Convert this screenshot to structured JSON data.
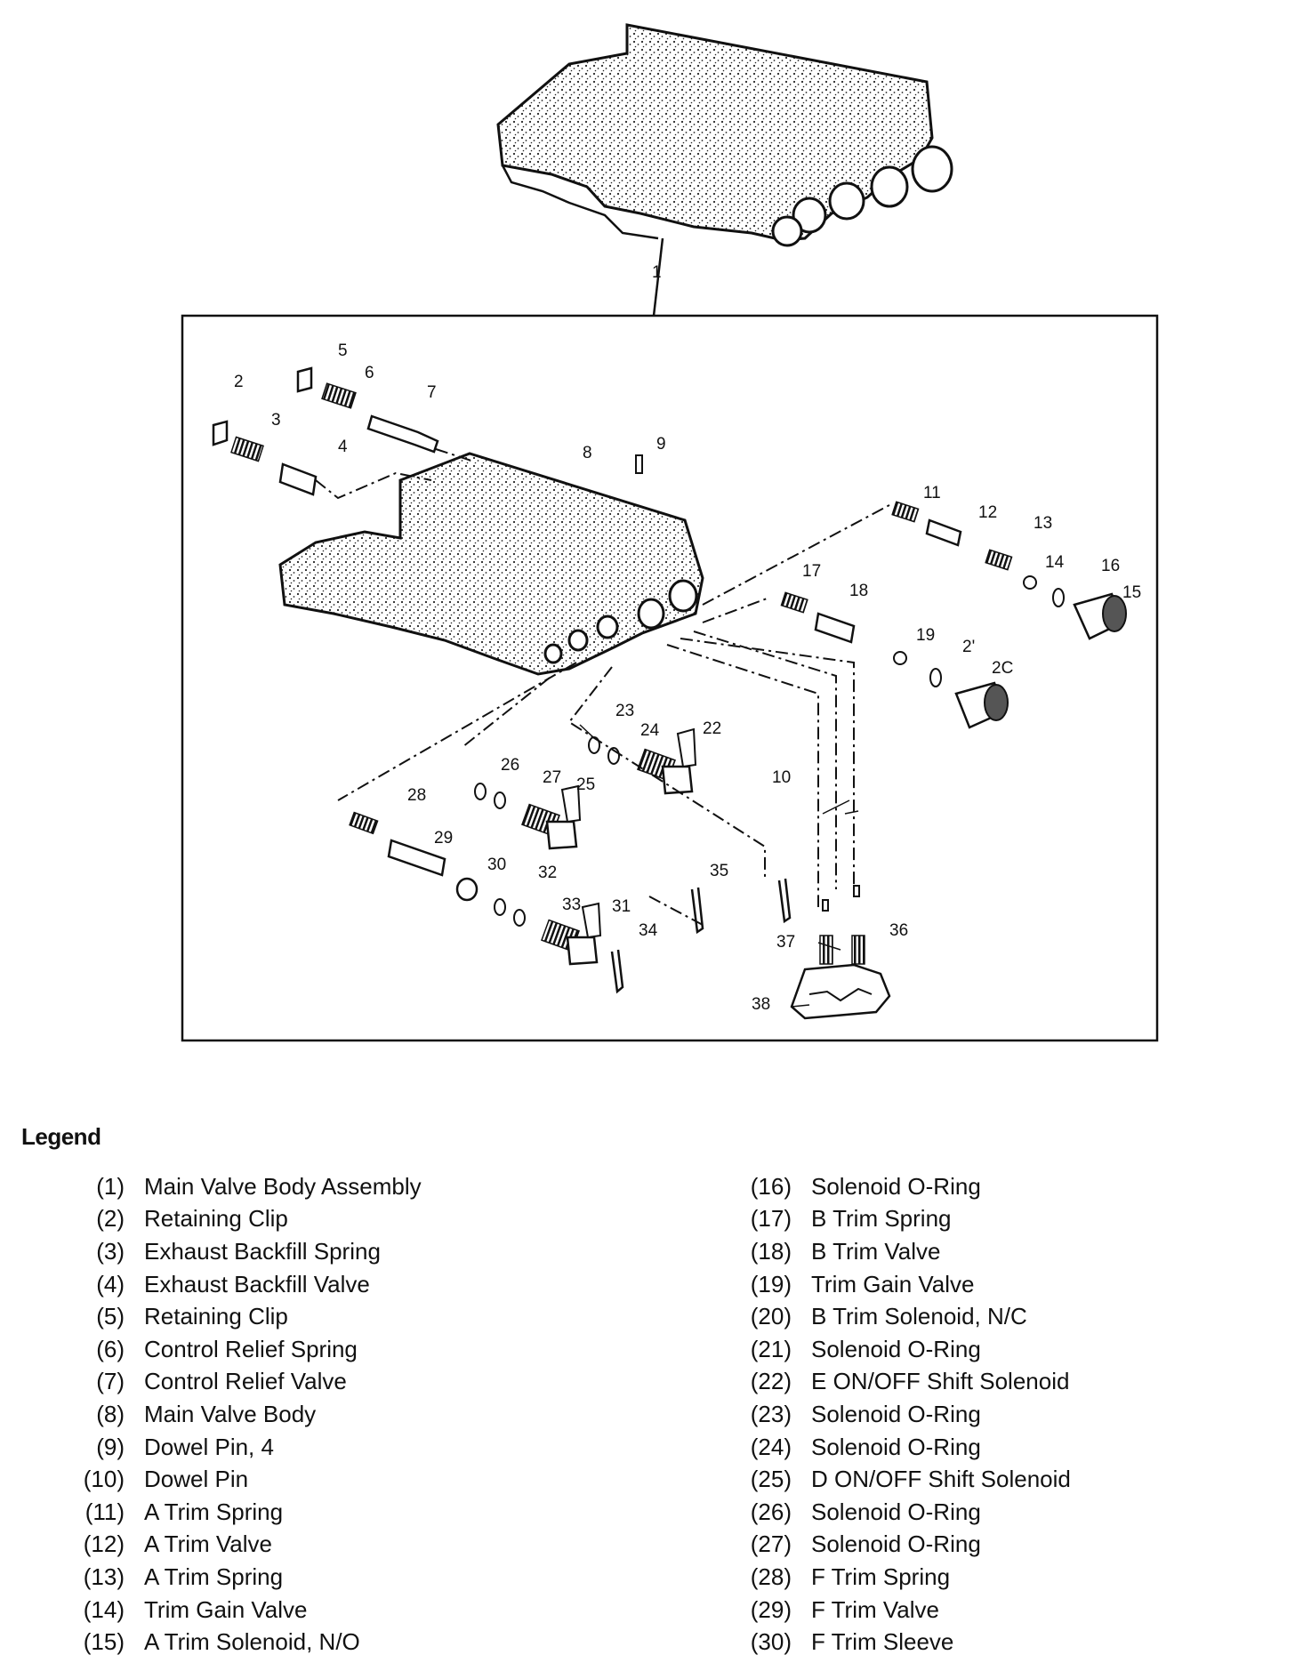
{
  "diagram": {
    "callouts": [
      "1",
      "2",
      "3",
      "4",
      "5",
      "6",
      "7",
      "8",
      "9",
      "10",
      "11",
      "12",
      "13",
      "14",
      "15",
      "16",
      "17",
      "18",
      "19",
      "2'",
      "2C",
      "22",
      "23",
      "24",
      "25",
      "26",
      "27",
      "28",
      "29",
      "30",
      "31",
      "32",
      "33",
      "34",
      "35",
      "36",
      "37",
      "38"
    ]
  },
  "legend": {
    "title": "Legend",
    "left_items": [
      {
        "num": "(1)",
        "label": "Main Valve Body Assembly"
      },
      {
        "num": "(2)",
        "label": "Retaining Clip"
      },
      {
        "num": "(3)",
        "label": "Exhaust Backfill Spring"
      },
      {
        "num": "(4)",
        "label": "Exhaust Backfill Valve"
      },
      {
        "num": "(5)",
        "label": "Retaining Clip"
      },
      {
        "num": "(6)",
        "label": "Control Relief Spring"
      },
      {
        "num": "(7)",
        "label": "Control Relief Valve"
      },
      {
        "num": "(8)",
        "label": "Main Valve Body"
      },
      {
        "num": "(9)",
        "label": "Dowel Pin, 4"
      },
      {
        "num": "(10)",
        "label": "Dowel Pin"
      },
      {
        "num": "(11)",
        "label": "A Trim Spring"
      },
      {
        "num": "(12)",
        "label": "A Trim Valve"
      },
      {
        "num": "(13)",
        "label": "A Trim Spring"
      },
      {
        "num": "(14)",
        "label": "Trim Gain Valve"
      },
      {
        "num": "(15)",
        "label": "A Trim Solenoid, N/O"
      }
    ],
    "right_items": [
      {
        "num": "(16)",
        "label": "Solenoid O-Ring"
      },
      {
        "num": "(17)",
        "label": "B Trim Spring"
      },
      {
        "num": "(18)",
        "label": "B Trim Valve"
      },
      {
        "num": "(19)",
        "label": "Trim Gain Valve"
      },
      {
        "num": "(20)",
        "label": "B Trim Solenoid, N/C"
      },
      {
        "num": "(21)",
        "label": "Solenoid O-Ring"
      },
      {
        "num": "(22)",
        "label": "E ON/OFF Shift Solenoid"
      },
      {
        "num": "(23)",
        "label": "Solenoid O-Ring"
      },
      {
        "num": "(24)",
        "label": "Solenoid O-Ring"
      },
      {
        "num": "(25)",
        "label": "D ON/OFF Shift Solenoid"
      },
      {
        "num": "(26)",
        "label": "Solenoid O-Ring"
      },
      {
        "num": "(27)",
        "label": "Solenoid O-Ring"
      },
      {
        "num": "(28)",
        "label": "F Trim Spring"
      },
      {
        "num": "(29)",
        "label": "F Trim Valve"
      },
      {
        "num": "(30)",
        "label": "F Trim Sleeve"
      }
    ]
  }
}
